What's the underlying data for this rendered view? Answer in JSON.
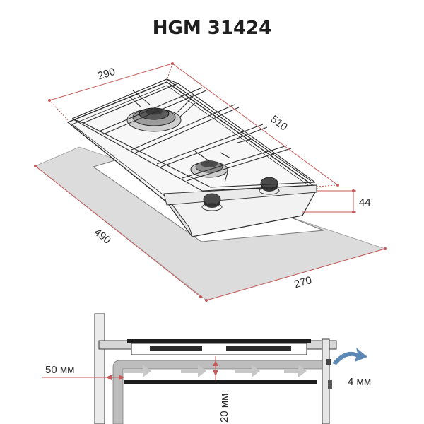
{
  "title": "HGM 31424",
  "dimensions": {
    "top_width": "290",
    "top_depth": "510",
    "height": "44",
    "cutout_depth": "490",
    "cutout_width": "270"
  },
  "installation": {
    "gap_side": "50 мм",
    "gap_below": "20 мм",
    "gap_back": "4 мм"
  },
  "colors": {
    "dimension_line": "#c65a5a",
    "outline": "#2b2b2b",
    "cutout_fill": "#dcdcdc",
    "airflow_arrow": "#c7c7c7",
    "exhaust_arrow": "#5b88b5"
  }
}
